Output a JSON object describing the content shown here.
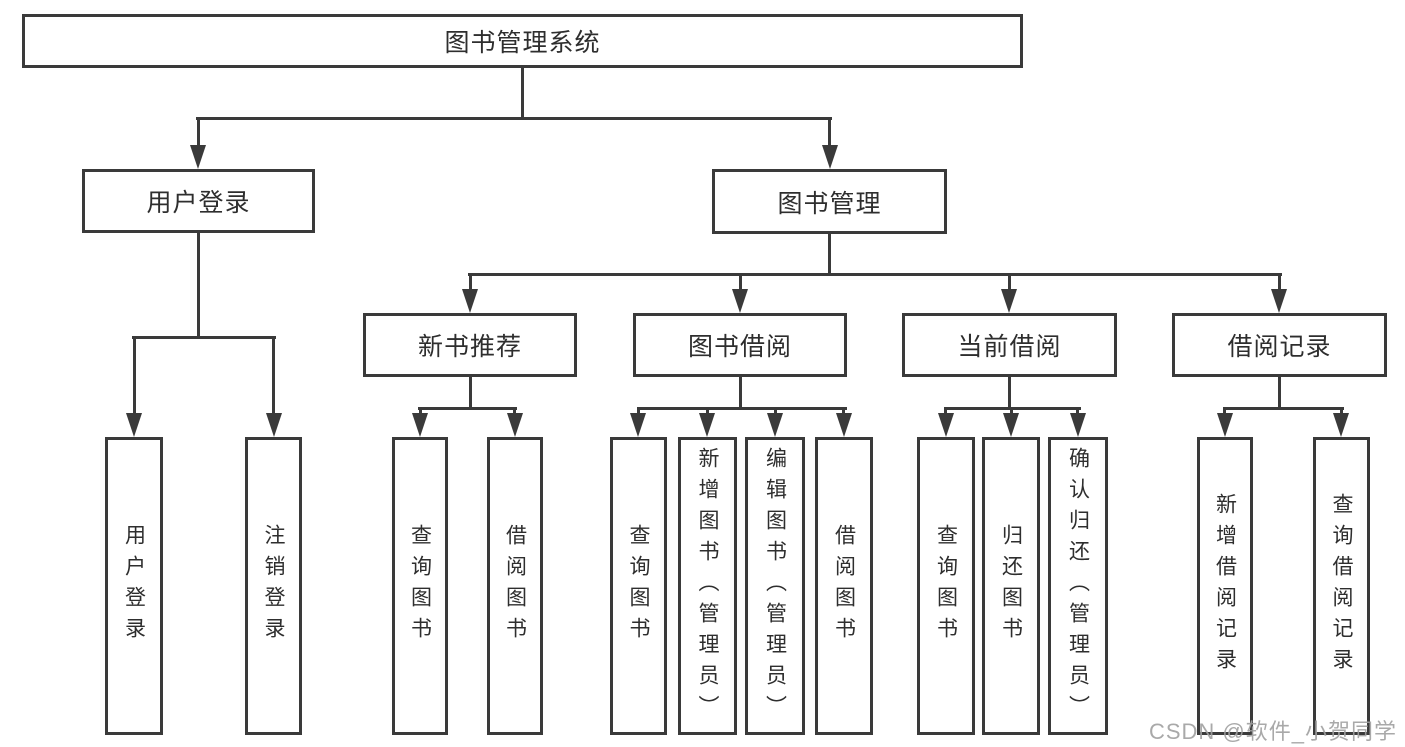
{
  "colors": {
    "line": "#3a3a3a",
    "text": "#2e2e2e",
    "background": "#ffffff",
    "watermark": "#a0a0a0"
  },
  "tree": {
    "root": {
      "label": "图书管理系统"
    },
    "branches": [
      {
        "label": "用户登录",
        "leaves": [
          {
            "label": "用户登录"
          },
          {
            "label": "注销登录"
          }
        ]
      },
      {
        "label": "图书管理",
        "groups": [
          {
            "label": "新书推荐",
            "leaves": [
              {
                "label": "查询图书"
              },
              {
                "label": "借阅图书"
              }
            ]
          },
          {
            "label": "图书借阅",
            "leaves": [
              {
                "label": "查询图书"
              },
              {
                "label": "新增图书（管理员）"
              },
              {
                "label": "编辑图书（管理员）"
              },
              {
                "label": "借阅图书"
              }
            ]
          },
          {
            "label": "当前借阅",
            "leaves": [
              {
                "label": "查询图书"
              },
              {
                "label": "归还图书"
              },
              {
                "label": "确认归还（管理员）"
              }
            ]
          },
          {
            "label": "借阅记录",
            "leaves": [
              {
                "label": "新增借阅记录"
              },
              {
                "label": "查询借阅记录"
              }
            ]
          }
        ]
      }
    ]
  },
  "watermark": {
    "text": "CSDN @软件_小贺同学"
  }
}
